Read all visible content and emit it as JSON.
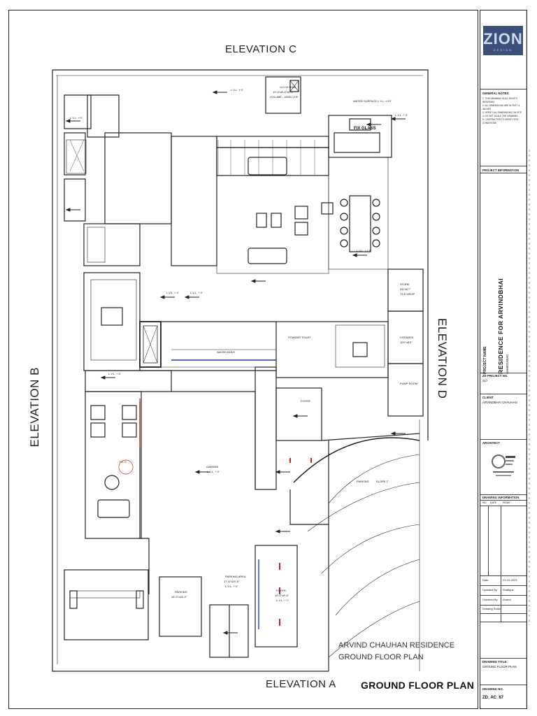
{
  "elevations": {
    "a": "ELEVATION A",
    "b": "ELEVATION B",
    "c": "ELEVATION C",
    "d": "ELEVATION D"
  },
  "sheet_title": "GROUND FLOOR PLAN",
  "drawing_caption": {
    "line1": "ARVIND CHAUHAN RESIDENCE",
    "line2": "GROUND FLOOR PLAN"
  },
  "rooms": {
    "water_tank": "U.G.W.TANK",
    "water_tank_size": "12'-0\"x8'-6\"x6'-0\"",
    "water_tank_volume": "VOLUME : 16000 LTR.",
    "water_surface": "WATER SURFACE L.V.L. +3'0\"",
    "fix_glass": "FIX GLASS",
    "store": "STORE",
    "store_size": "5'6\"x6'7\"",
    "tile_drop": "TILE DROP",
    "chowkdi": "CHOWKDI",
    "chowkdi_size": "10'0\"x8'0\"",
    "pump_room": "PUMP ROOM",
    "powder_toilet": "POWDER TOILET",
    "water_body": "WATER BODY",
    "foyer": "FOYER",
    "garden": "GARDEN",
    "parking": "PARKING",
    "parking_size": "16'-0\"x18'-0\"",
    "parking_area": "PARKING AREA",
    "parking_area_size": "17'-6\"x23'-6\"",
    "foyer_lower": "FOYER",
    "foyer_lower_size": "10'-0\"x8'-6\"",
    "slope": "SLOPE 1\"",
    "tulsi": "TULSI"
  },
  "levels": {
    "lvl_0": "L.V.L. + 0'",
    "lvl_15": "L.V.L. + 1'5\"",
    "lvl_1": "L.V.L. + 1'",
    "lvl_3": "L.V.L. + 3'"
  },
  "title_block": {
    "logo": "ZION",
    "logo_sub": "DESIGN",
    "general_notes_label": "GENERAL NOTES:",
    "general_notes": [
      "1. THIS DRAWING IS ALL RIGHTS RESERVED",
      "2. ALL DIMENSIONS ARE IN FEET & INCHES",
      "3. VERIFY ALL DIMENSIONS ON SITE",
      "4. DO NOT SCALE THE DRAWING",
      "5. CONTRACTOR TO VERIFY SITE CONDITIONS"
    ],
    "project_info_label": "PROJECT INFORMATION",
    "project_name_label": "PROJECT NAME",
    "project_name": "RESIDENCE FOR ARVINDBHAI",
    "project_location": "AHMEDABAD",
    "project_no_label": "ZD PROJECT NO.",
    "project_no": "217",
    "client_label": "CLIENT",
    "client": "ARVINDBHAI CHAUHAN",
    "architect_label": "ARCHITECT",
    "drawing_info_label": "DRAWING INFORMATION",
    "rev_headers": [
      "NO.",
      "DATE",
      "ISSUE"
    ],
    "date_label": "Date",
    "date": "23-10-2023",
    "updated_label": "Updated By",
    "updated_by": "Shafique",
    "checked_label": "Checked By",
    "checked_by": "Anand",
    "scale_label": "Drawing Scale",
    "drawing_title_label": "DRAWING TITLE:",
    "drawing_title": "GROUND FLOOR PLAN",
    "drawing_no_label": "DRAWING NO.",
    "drawing_no": "ZD_AC_67"
  },
  "colors": {
    "line": "#222222",
    "accent_red": "#cc2222",
    "accent_blue": "#2233cc",
    "logo_blue": "#3a4f7a"
  }
}
